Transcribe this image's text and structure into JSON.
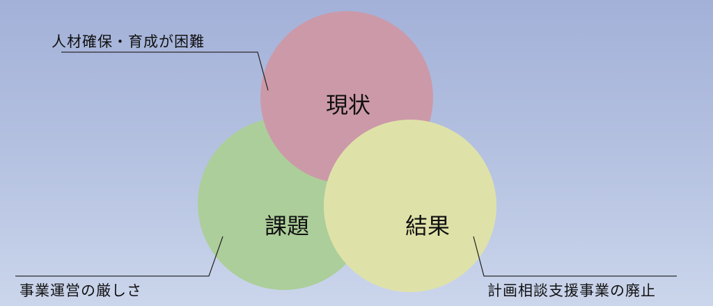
{
  "diagram": {
    "circles": {
      "current": {
        "label": "現状",
        "color": "#cc99a8"
      },
      "issues": {
        "label": "課題",
        "color": "#acce9a"
      },
      "results": {
        "label": "結果",
        "color": "#dfe2a8"
      }
    },
    "notes": {
      "top": "人材確保・育成が困難",
      "left": "事業運営の厳しさ",
      "right": "計画相談支援事業の廃止"
    }
  }
}
